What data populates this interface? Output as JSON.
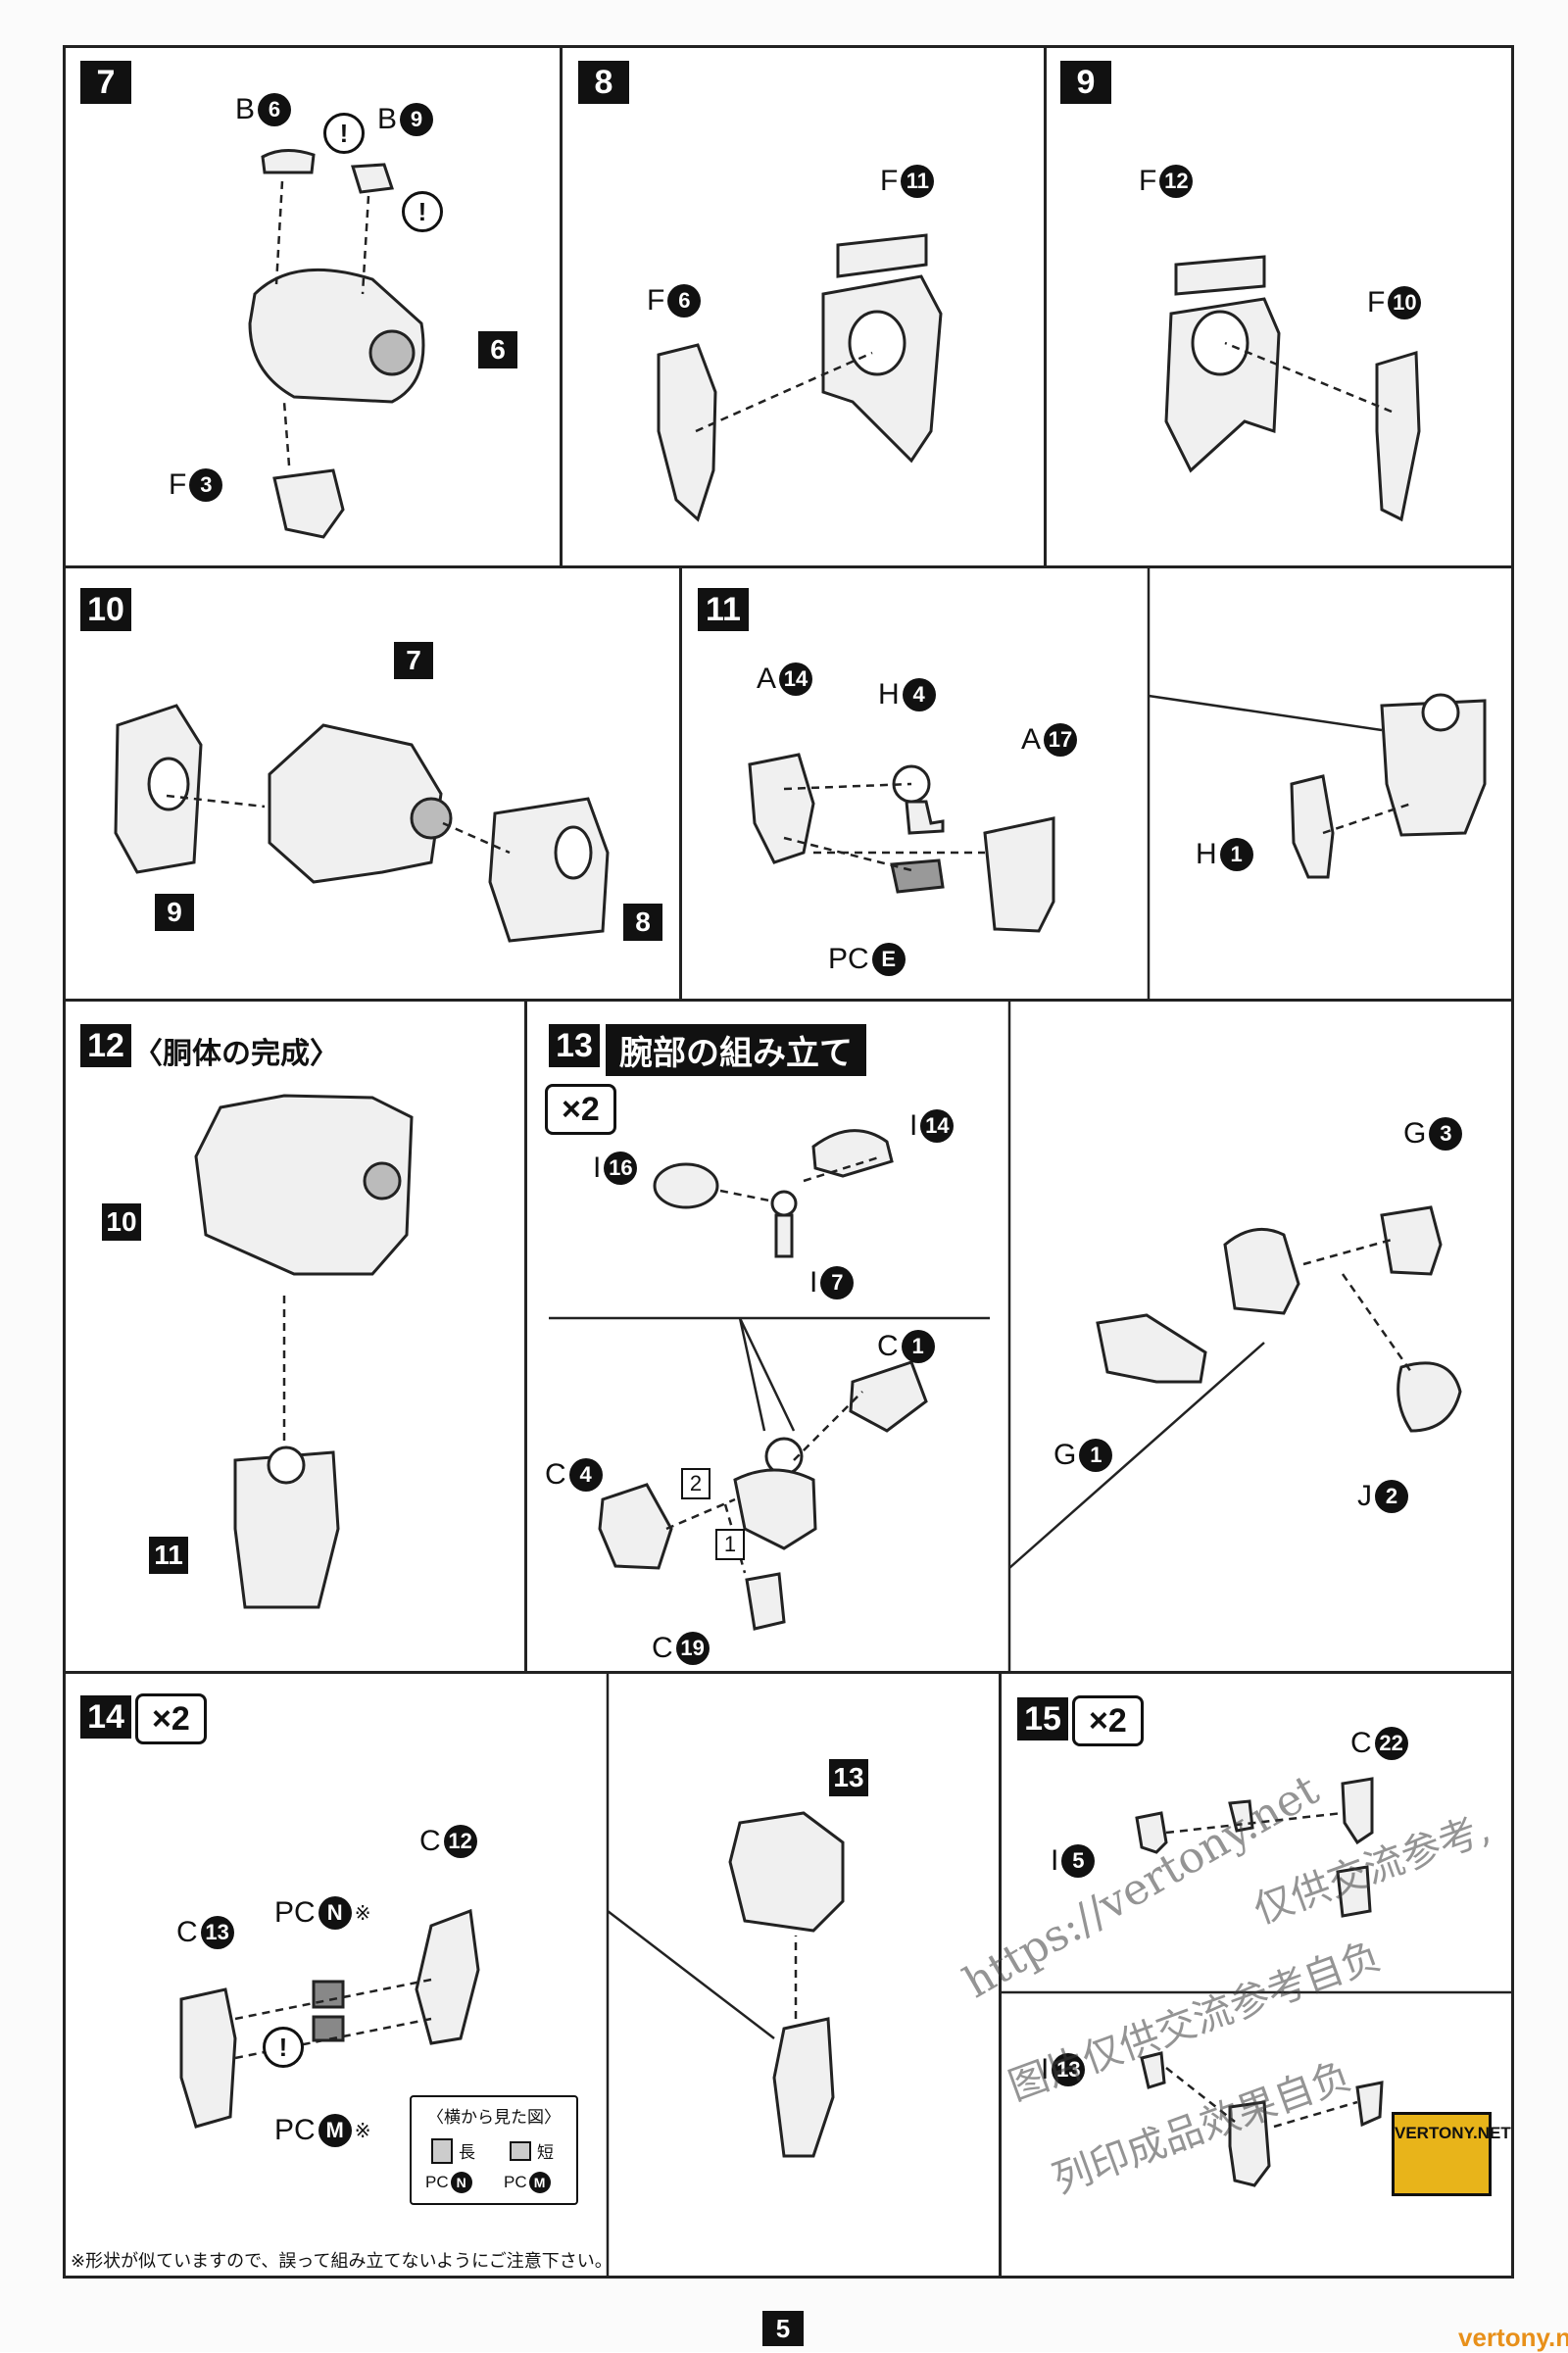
{
  "page": {
    "number": "5",
    "site": "vertony.net"
  },
  "watermark": {
    "line1": "https://vertony.net",
    "line2": "仅供交流参考,",
    "line3": "图片仅供交流参考自负",
    "line4": "列印成品效果自负",
    "brand": "VERTONY.NET"
  },
  "steps": [
    {
      "num": "7",
      "parts": {
        "b6": "B",
        "b6n": "6",
        "b9": "B",
        "b9n": "9",
        "f3": "F",
        "f3n": "3"
      },
      "ref": "6"
    },
    {
      "num": "8",
      "parts": {
        "f11": "F",
        "f11n": "11",
        "f6": "F",
        "f6n": "6"
      }
    },
    {
      "num": "9",
      "parts": {
        "f12": "F",
        "f12n": "12",
        "f10": "F",
        "f10n": "10"
      }
    },
    {
      "num": "10",
      "refs": {
        "a": "7",
        "b": "9",
        "c": "8"
      }
    },
    {
      "num": "11",
      "parts": {
        "a14": "A",
        "a14n": "14",
        "h4": "H",
        "h4n": "4",
        "a17": "A",
        "a17n": "17",
        "pce": "PC",
        "pcen": "E",
        "h1": "H",
        "h1n": "1"
      }
    },
    {
      "num": "12",
      "title": "〈胴体の完成〉",
      "refs": {
        "a": "10",
        "b": "11"
      }
    },
    {
      "num": "13",
      "title": "腕部の組み立て",
      "mult": "×2",
      "parts": {
        "i16": "I",
        "i16n": "16",
        "i14": "I",
        "i14n": "14",
        "i7": "I",
        "i7n": "7",
        "c1": "C",
        "c1n": "1",
        "c4": "C",
        "c4n": "4",
        "c19": "C",
        "c19n": "19",
        "g3": "G",
        "g3n": "3",
        "g1": "G",
        "g1n": "1",
        "j2": "J",
        "j2n": "2"
      },
      "order": {
        "first": "1",
        "second": "2"
      }
    },
    {
      "num": "14",
      "mult": "×2",
      "parts": {
        "c13": "C",
        "c13n": "13",
        "pcn": "PC",
        "pcnn": "N",
        "pcm": "PC",
        "pcmn": "M",
        "c12": "C",
        "c12n": "12"
      },
      "note_mark": "※",
      "sideview": {
        "title": "〈横から見た図〉",
        "long": "長",
        "short": "短",
        "pcn": "PC",
        "pcnn": "N",
        "pcm": "PC",
        "pcmn": "M"
      },
      "caution": "※形状が似ていますので、誤って組み立てないようにご注意下さい。",
      "ref": "13"
    },
    {
      "num": "15",
      "mult": "×2",
      "parts": {
        "c22": "C",
        "c22n": "22",
        "i5": "I",
        "i5n": "5",
        "i13": "I",
        "i13n": "13"
      }
    }
  ]
}
